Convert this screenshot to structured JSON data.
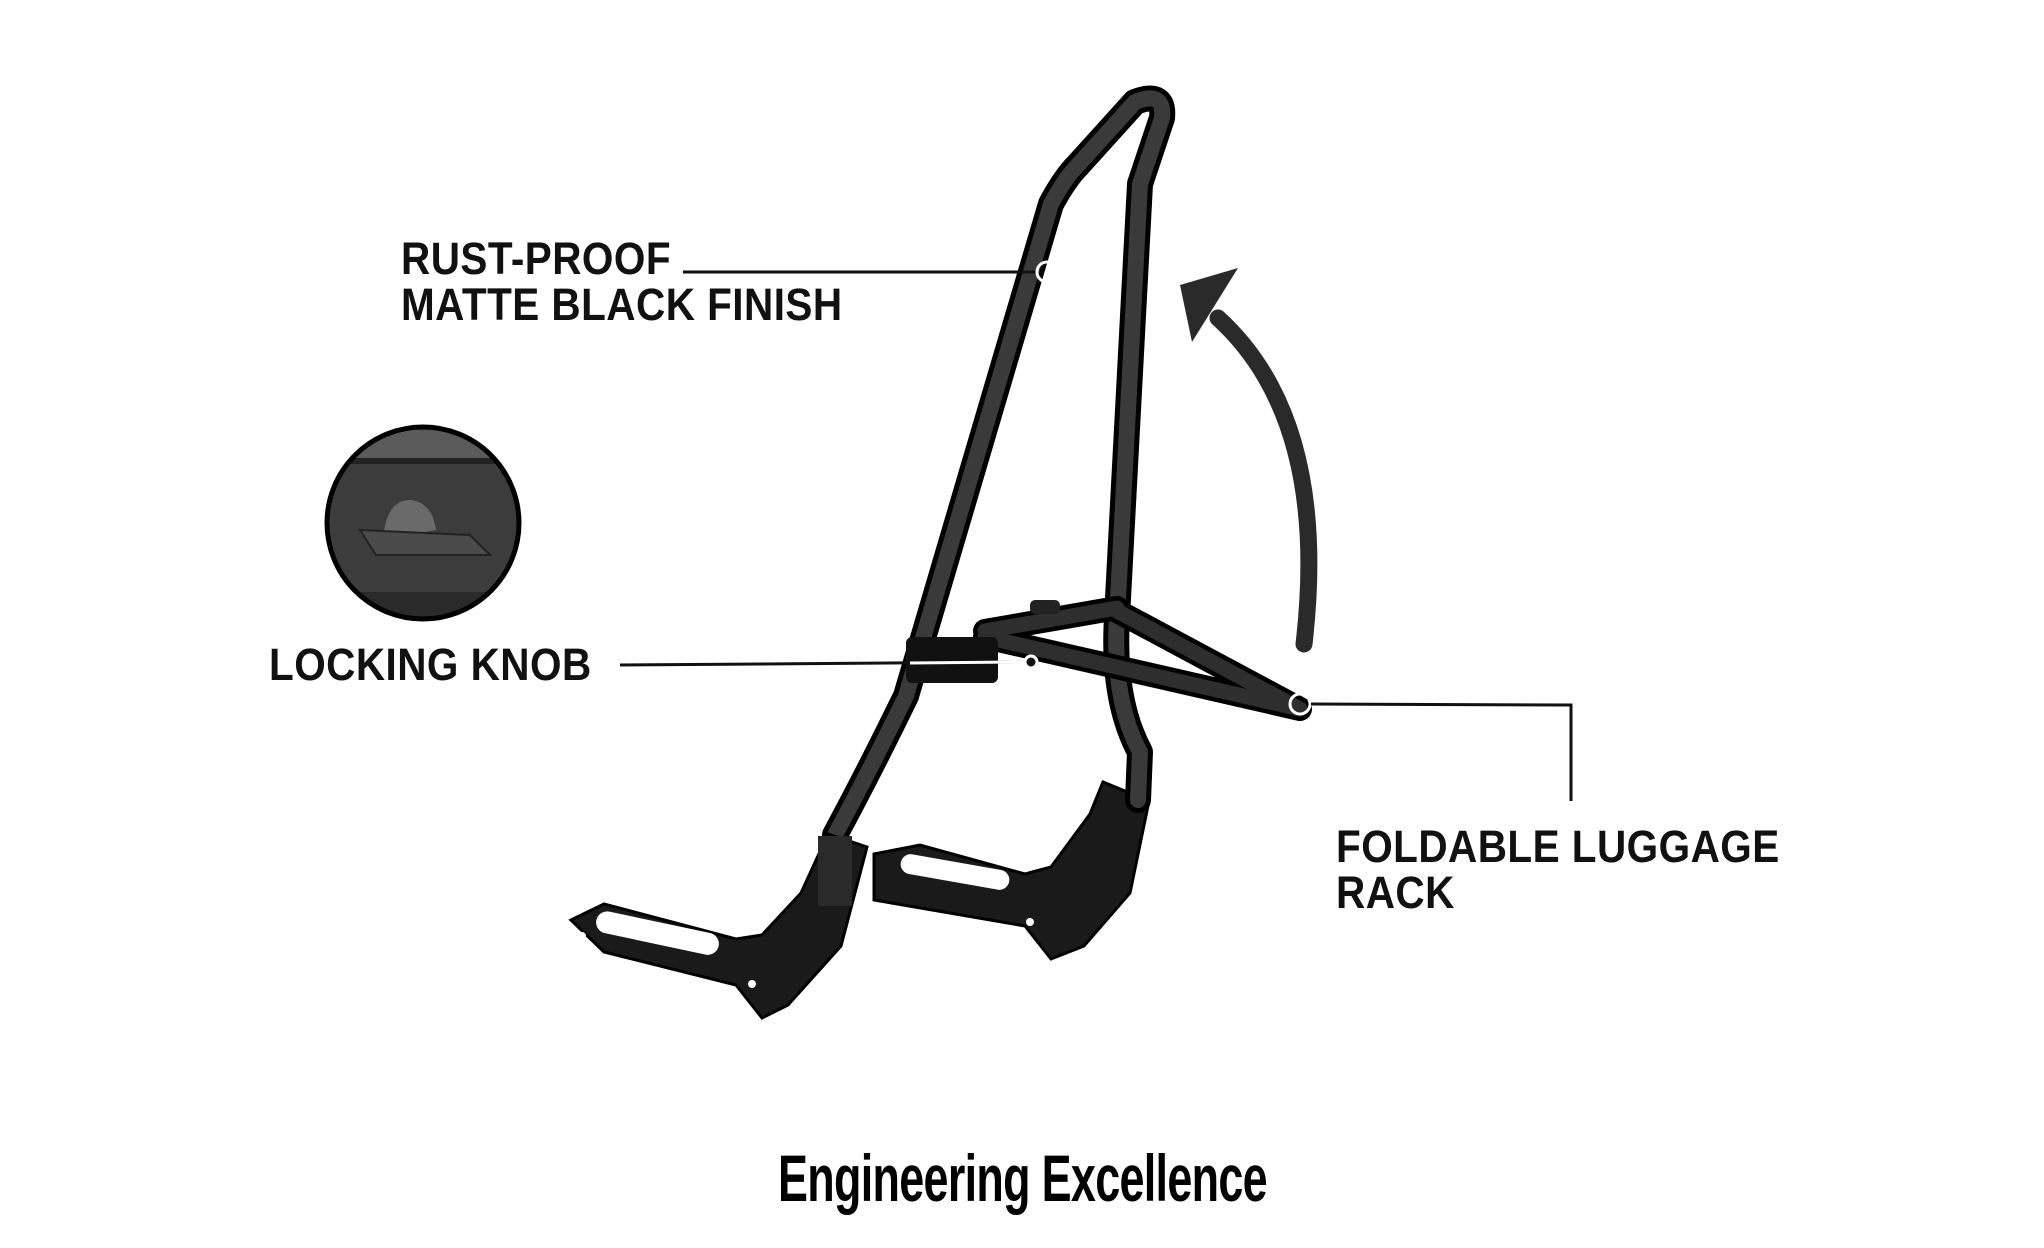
{
  "callouts": {
    "finish": {
      "line1": "RUST-PROOF",
      "line2": "MATTE BLACK FINISH"
    },
    "knob": {
      "label": "LOCKING KNOB"
    },
    "rack": {
      "line1": "FOLDABLE LUGGAGE",
      "line2": "RACK"
    }
  },
  "title": "Engineering Excellence",
  "colors": {
    "frame": "#3a3a3a",
    "outline": "#000000",
    "text": "#111111"
  }
}
